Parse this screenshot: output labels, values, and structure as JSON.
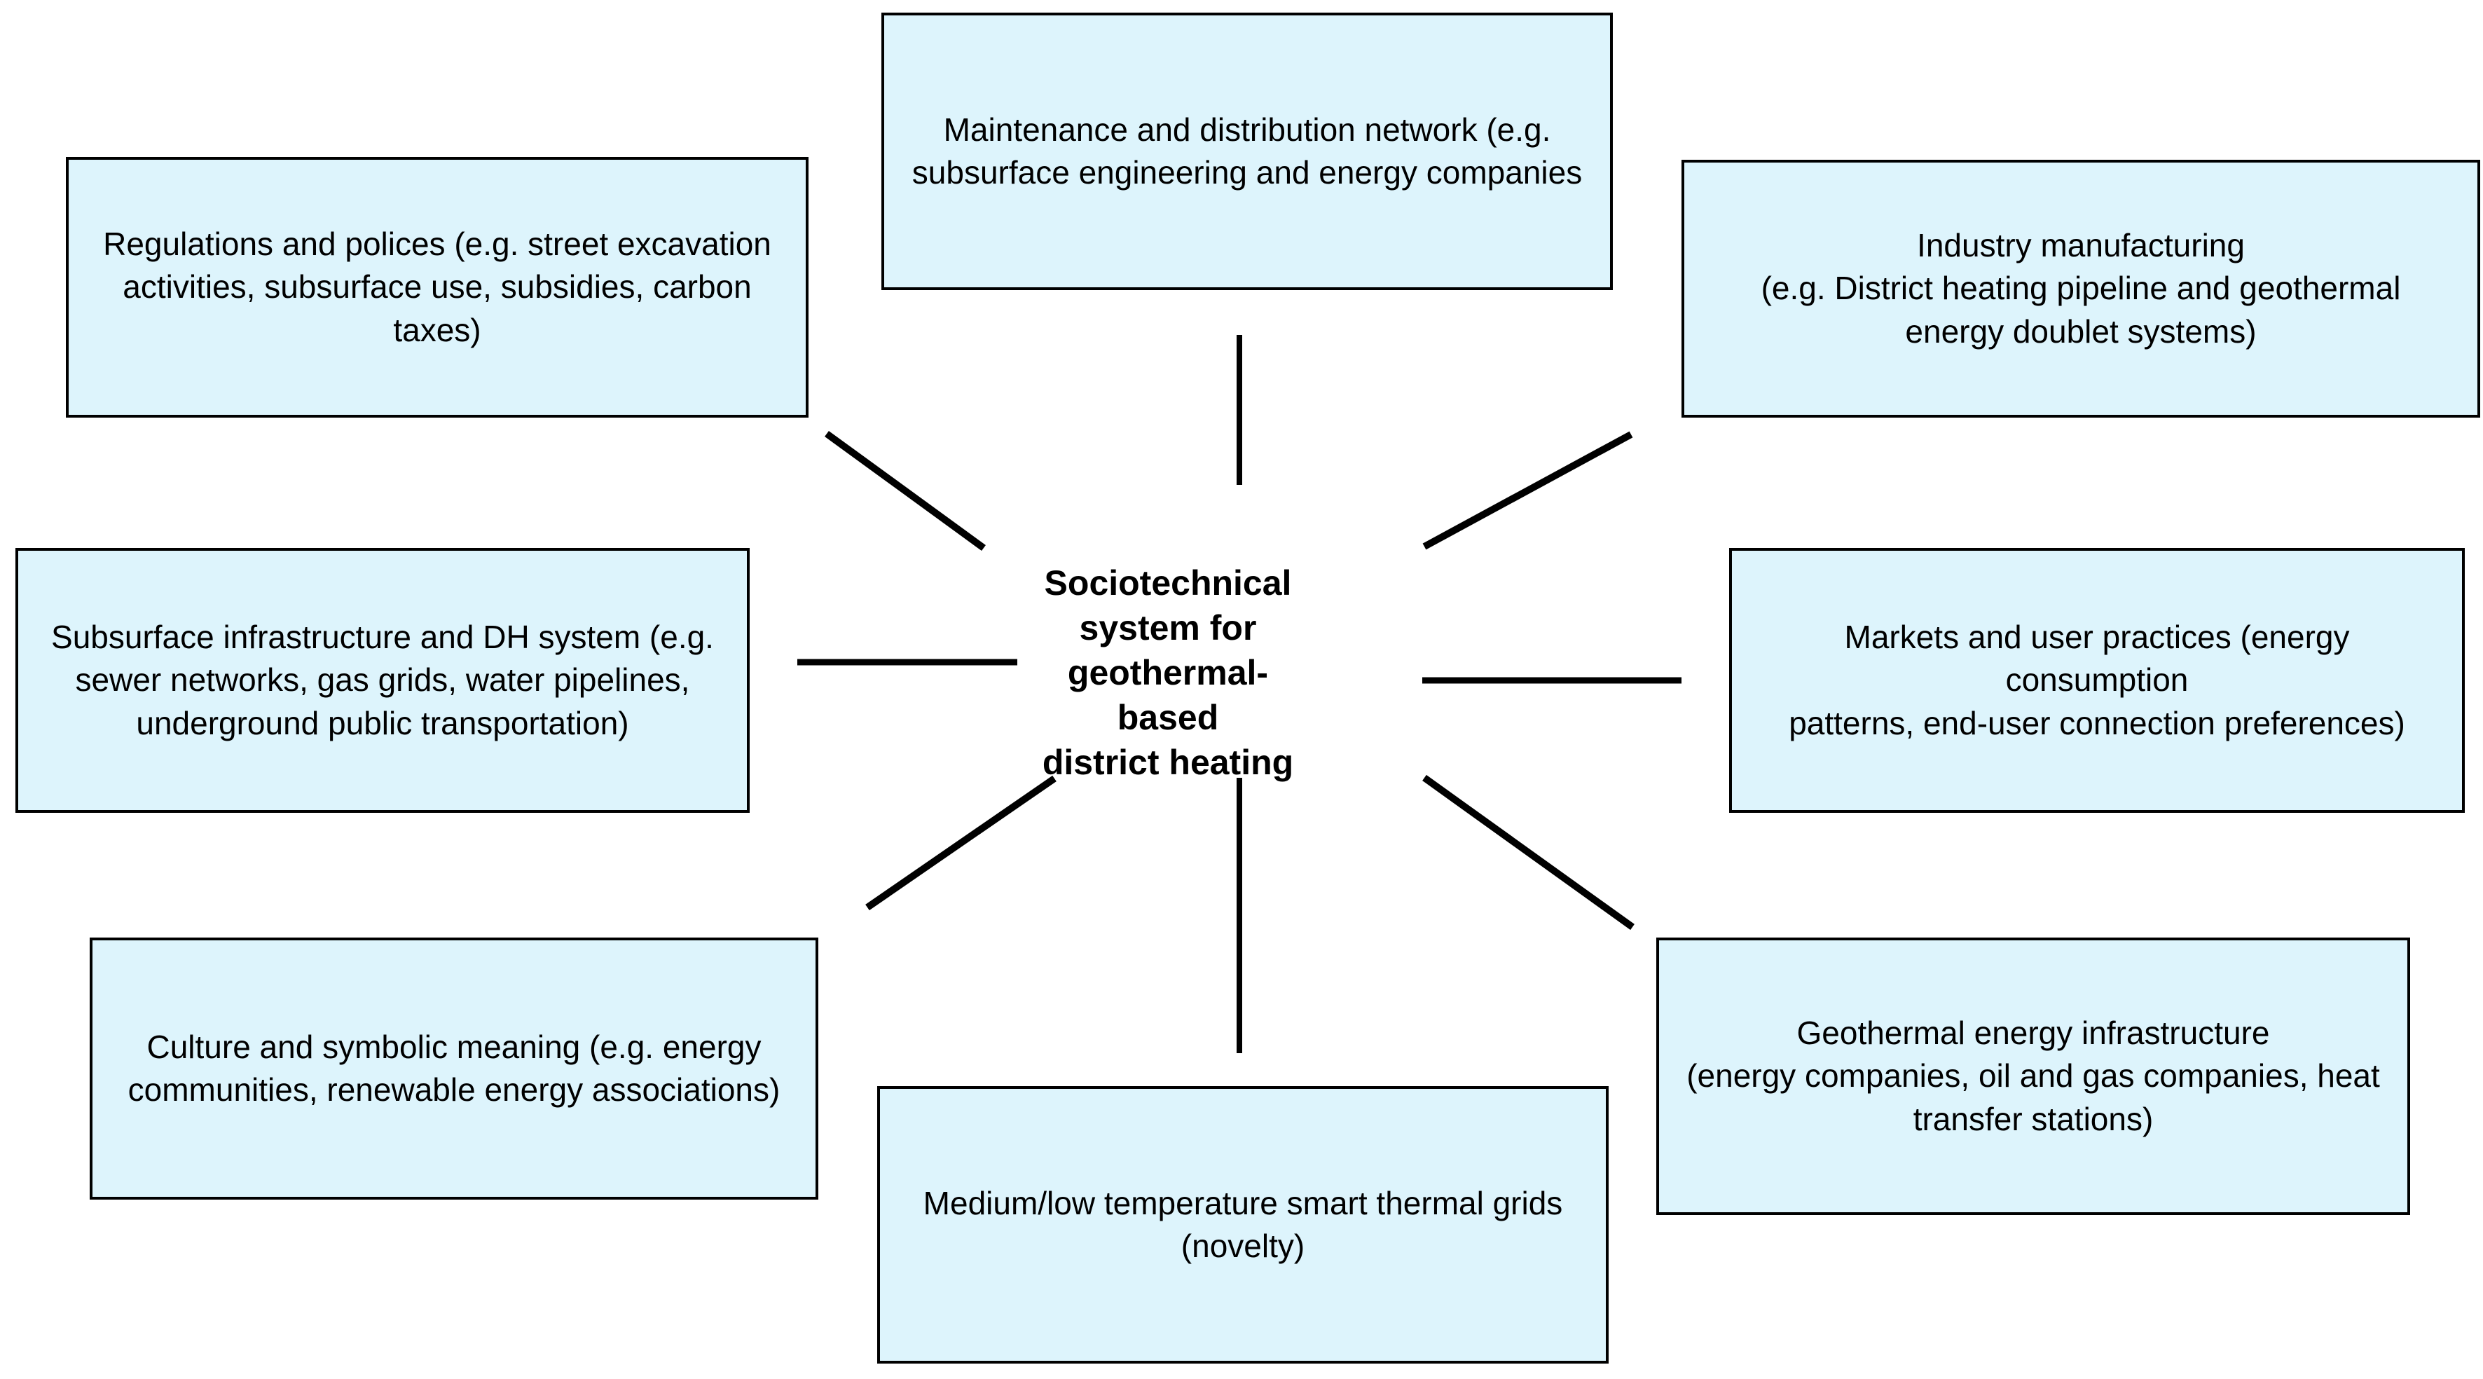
{
  "diagram": {
    "title": "Sociotechnical system for geothermal-based district heating",
    "center": {
      "label": "Sociotechnical\nsystem for\ngeothermal-based\ndistrict heating"
    },
    "colors": {
      "node_fill": "#ddf4fc",
      "node_border": "#000000",
      "connector": "#000000",
      "text": "#000000",
      "background": "#ffffff"
    },
    "nodes": [
      {
        "id": "maintenance-and-distribution-network",
        "position": "top",
        "label": "Maintenance and distribution network (e.g.\nsubsurface engineering and energy companies"
      },
      {
        "id": "regulations-and-polices",
        "position": "top-left",
        "label": "Regulations and polices (e.g. street excavation\nactivities, subsurface use, subsidies, carbon taxes)"
      },
      {
        "id": "industry-manufacturing",
        "position": "top-right",
        "label": "Industry manufacturing\n(e.g. District heating pipeline and geothermal\nenergy doublet systems)"
      },
      {
        "id": "subsurface-infrastructure-and-dh-system",
        "position": "left",
        "label": "Subsurface infrastructure and DH system (e.g.\nsewer networks, gas grids, water pipelines,\nunderground public transportation)"
      },
      {
        "id": "markets-and-user-practices",
        "position": "right",
        "label": "Markets and user practices (energy consumption\npatterns, end-user connection preferences)"
      },
      {
        "id": "culture-and-symbolic-meaning",
        "position": "bottom-left",
        "label": "Culture and symbolic meaning (e.g. energy\ncommunities, renewable energy associations)"
      },
      {
        "id": "geothermal-energy-infrastructure",
        "position": "bottom-right",
        "label": "Geothermal energy infrastructure\n(energy companies, oil and gas companies, heat\ntransfer stations)"
      },
      {
        "id": "medium-low-temperature-smart-thermal-grids",
        "position": "bottom",
        "label": "Medium/low temperature smart thermal grids\n(novelty)"
      }
    ],
    "connectors": [
      {
        "id": "connector-top",
        "from": "center",
        "to": "maintenance-and-distribution-network",
        "style": "line"
      },
      {
        "id": "connector-top-left",
        "from": "center",
        "to": "regulations-and-polices",
        "style": "line"
      },
      {
        "id": "connector-top-right",
        "from": "center",
        "to": "industry-manufacturing",
        "style": "line"
      },
      {
        "id": "connector-left",
        "from": "center",
        "to": "subsurface-infrastructure-and-dh-system",
        "style": "line"
      },
      {
        "id": "connector-right",
        "from": "center",
        "to": "markets-and-user-practices",
        "style": "line"
      },
      {
        "id": "connector-bottom-left",
        "from": "center",
        "to": "culture-and-symbolic-meaning",
        "style": "line"
      },
      {
        "id": "connector-bottom-right",
        "from": "center",
        "to": "geothermal-energy-infrastructure",
        "style": "line"
      },
      {
        "id": "connector-bottom",
        "from": "center",
        "to": "medium-low-temperature-smart-thermal-grids",
        "style": "line"
      }
    ]
  }
}
